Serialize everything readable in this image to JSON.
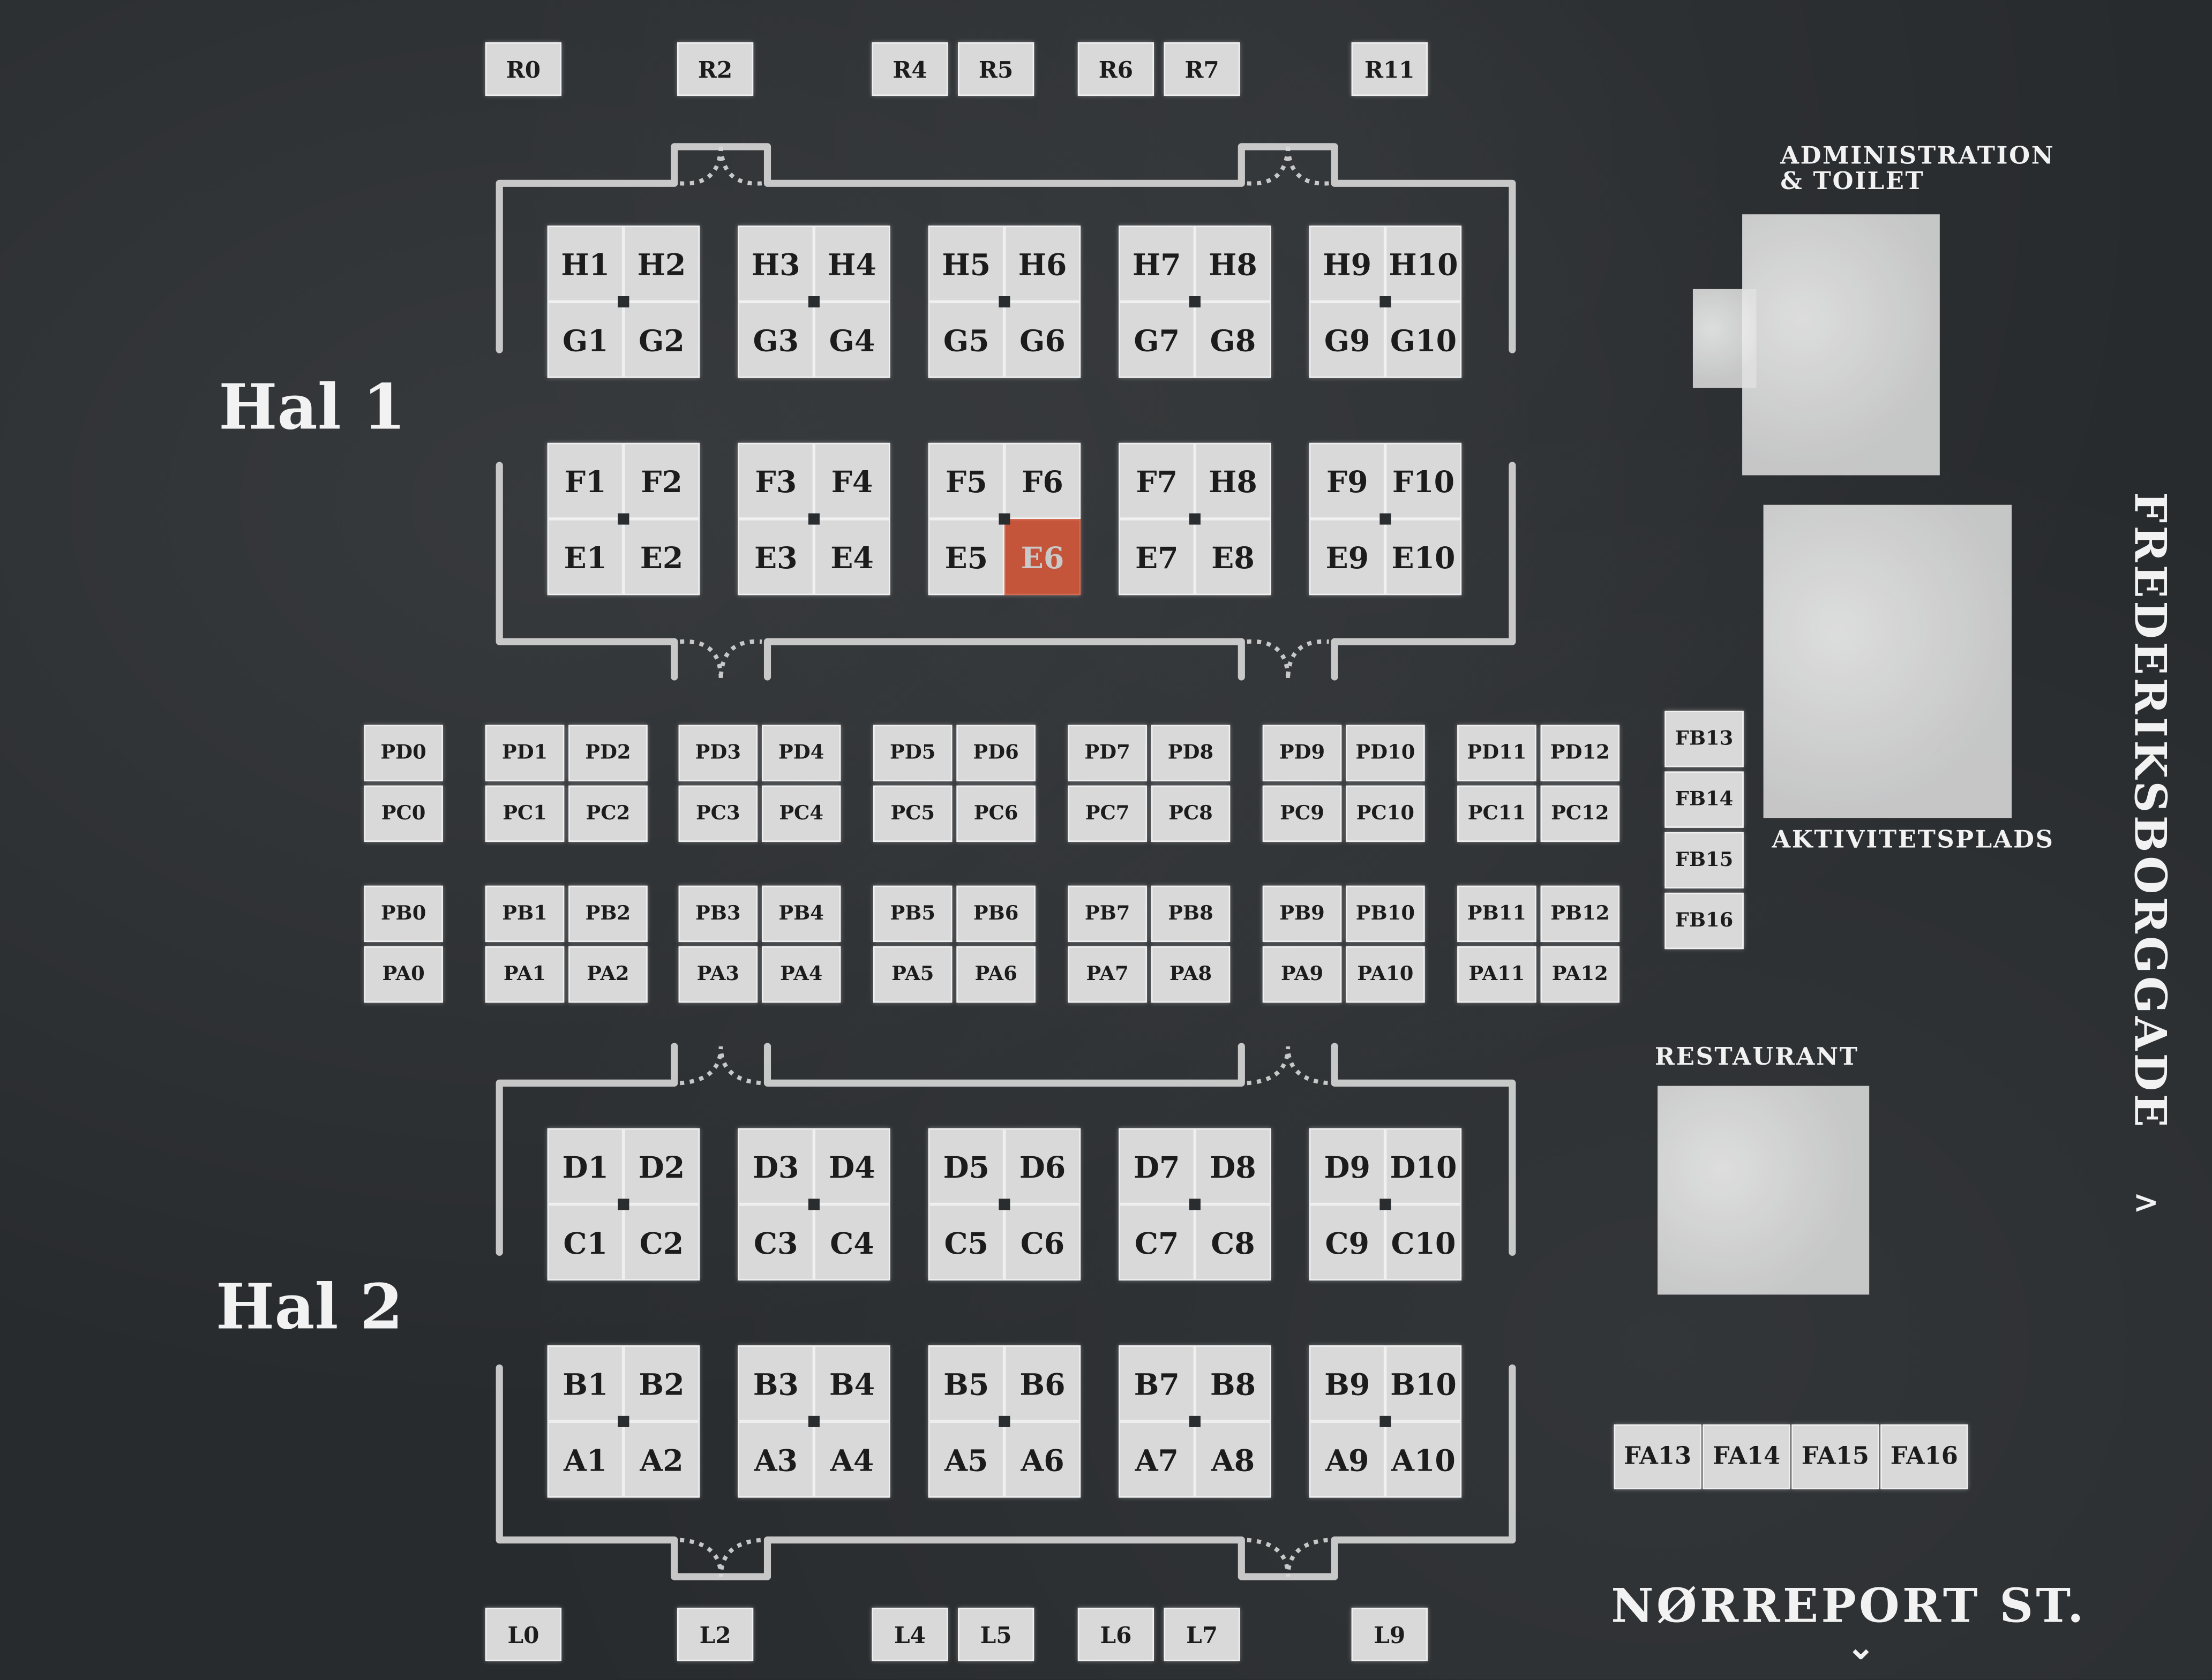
{
  "halls": [
    "Hal 1",
    "Hal 2"
  ],
  "hall1": {
    "rows": [
      [
        "H1",
        "H2",
        "H3",
        "H4",
        "H5",
        "H6",
        "H7",
        "H8",
        "H9",
        "H10"
      ],
      [
        "G1",
        "G2",
        "G3",
        "G4",
        "G5",
        "G6",
        "G7",
        "G8",
        "G9",
        "G10"
      ],
      [
        "F1",
        "F2",
        "F3",
        "F4",
        "F5",
        "F6",
        "F7",
        "H8",
        "F9",
        "F10"
      ],
      [
        "E1",
        "E2",
        "E3",
        "E4",
        "E5",
        "E6",
        "E7",
        "E8",
        "E9",
        "E10"
      ]
    ]
  },
  "hall2": {
    "rows": [
      [
        "D1",
        "D2",
        "D3",
        "D4",
        "D5",
        "D6",
        "D7",
        "D8",
        "D9",
        "D10"
      ],
      [
        "C1",
        "C2",
        "C3",
        "C4",
        "C5",
        "C6",
        "C7",
        "C8",
        "C9",
        "C10"
      ],
      [
        "B1",
        "B2",
        "B3",
        "B4",
        "B5",
        "B6",
        "B7",
        "B8",
        "B9",
        "B10"
      ],
      [
        "A1",
        "A2",
        "A3",
        "A4",
        "A5",
        "A6",
        "A7",
        "A8",
        "A9",
        "A10"
      ]
    ]
  },
  "top_stalls": [
    "R0",
    "R2",
    "R4",
    "R5",
    "R6",
    "R7",
    "R11"
  ],
  "bottom_stalls": [
    "L0",
    "L2",
    "L4",
    "L5",
    "L6",
    "L7",
    "L9"
  ],
  "middle_rows": [
    [
      "PD0",
      "PD1",
      "PD2",
      "PD3",
      "PD4",
      "PD5",
      "PD6",
      "PD7",
      "PD8",
      "PD9",
      "PD10",
      "PD11",
      "PD12"
    ],
    [
      "PC0",
      "PC1",
      "PC2",
      "PC3",
      "PC4",
      "PC5",
      "PC6",
      "PC7",
      "PC8",
      "PC9",
      "PC10",
      "PC11",
      "PC12"
    ],
    [
      "PB0",
      "PB1",
      "PB2",
      "PB3",
      "PB4",
      "PB5",
      "PB6",
      "PB7",
      "PB8",
      "PB9",
      "PB10",
      "PB11",
      "PB12"
    ],
    [
      "PA0",
      "PA1",
      "PA2",
      "PA3",
      "PA4",
      "PA5",
      "PA6",
      "PA7",
      "PA8",
      "PA9",
      "PA10",
      "PA11",
      "PA12"
    ]
  ],
  "fb_stalls": [
    "FB13",
    "FB14",
    "FB15",
    "FB16"
  ],
  "fa_stalls": [
    "FA13",
    "FA14",
    "FA15",
    "FA16"
  ],
  "highlighted_booth": "E6",
  "highlight_color": "#c4553b",
  "areas": {
    "admin_line1": "ADMINISTRATION",
    "admin_line2": "& TOILET",
    "activity": "AKTIVITETSPLADS",
    "restaurant": "RESTAURANT"
  },
  "streets": {
    "east": "FREDERIKSBORGGADE",
    "east_arrow": ">",
    "south": "NØRREPORT ST.",
    "south_arrow": "⌄"
  }
}
